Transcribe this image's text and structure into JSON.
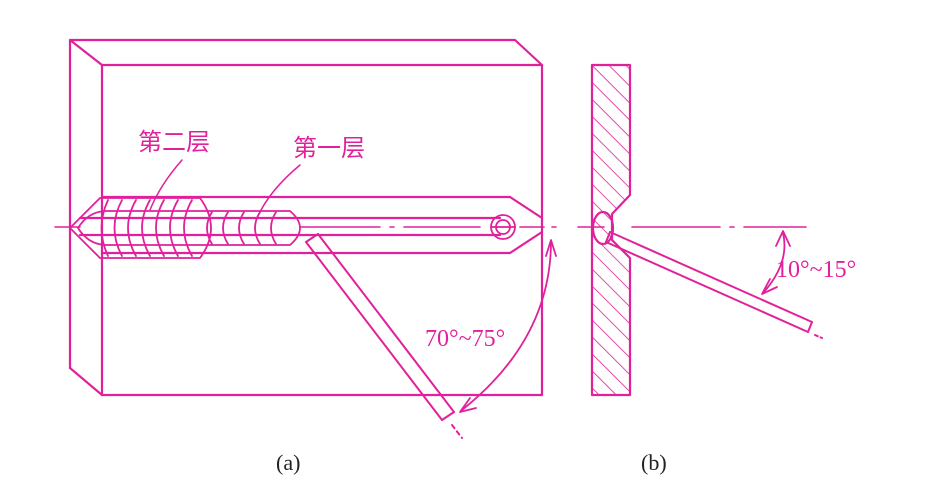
{
  "colors": {
    "line": "#e0219b",
    "background": "#ffffff",
    "caption": "#222222"
  },
  "labels": {
    "layer2": "第二层",
    "layer1": "第一层",
    "angle_a": "70°~75°",
    "angle_b": "10°~15°"
  },
  "captions": {
    "a": "(a)",
    "b": "(b)"
  }
}
